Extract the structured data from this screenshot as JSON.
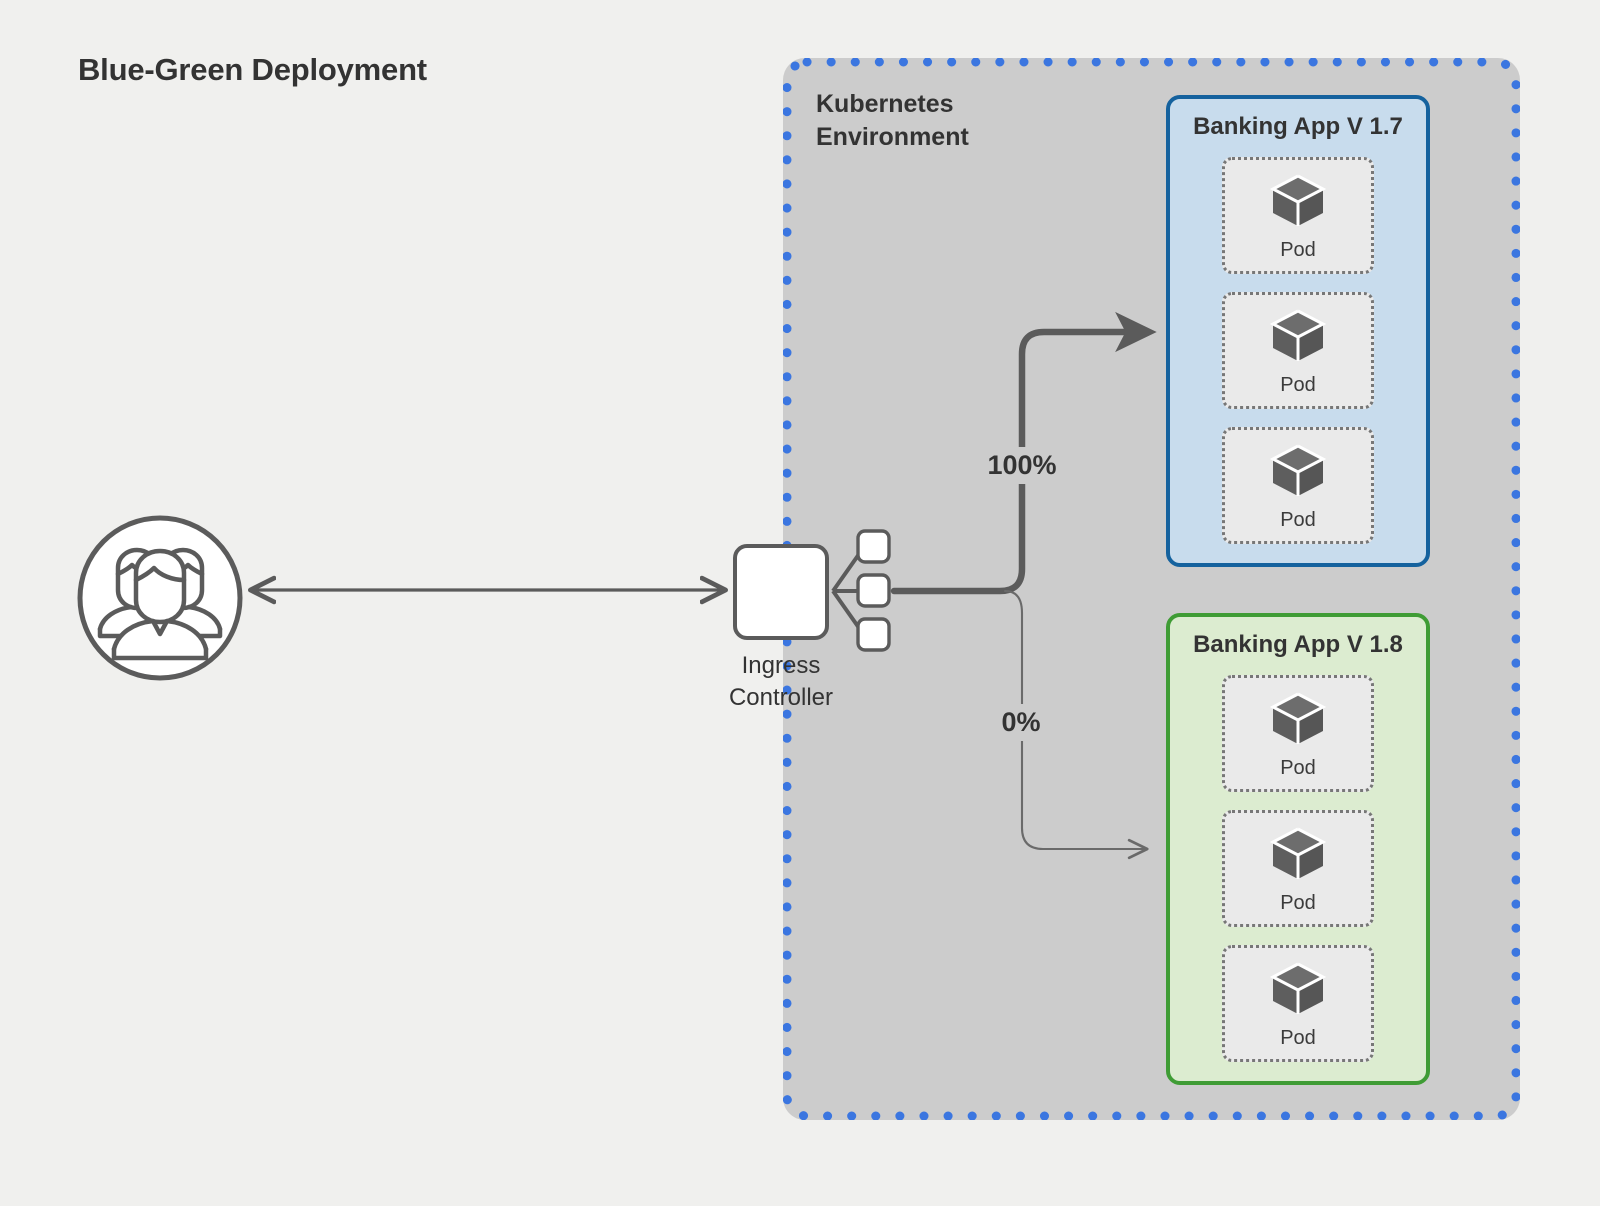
{
  "diagram": {
    "title": "Blue-Green Deployment",
    "background_color": "#f0f0ee"
  },
  "environment": {
    "label": "Kubernetes\nEnvironment",
    "fill_color": "#cccccc",
    "border_color": "#3b76e0",
    "border_style": "dotted"
  },
  "client": {
    "icon": "users-group-icon"
  },
  "ingress": {
    "label": "Ingress\nController",
    "icon": "ingress-controller-node-icon",
    "port_count": 3
  },
  "traffic": [
    {
      "label": "100%",
      "target": "Banking App V 1.7",
      "weight": "heavy",
      "color": "#5b5b5b"
    },
    {
      "label": "0%",
      "target": "Banking App V 1.8",
      "weight": "light",
      "color": "#6a6a6a"
    }
  ],
  "apps": [
    {
      "title": "Banking App V 1.7",
      "variant": "blue",
      "border_color": "#15629e",
      "fill_color": "#c8dced",
      "traffic_share": "100%",
      "pods": [
        {
          "label": "Pod",
          "icon": "cube-icon"
        },
        {
          "label": "Pod",
          "icon": "cube-icon"
        },
        {
          "label": "Pod",
          "icon": "cube-icon"
        }
      ]
    },
    {
      "title": "Banking App V 1.8",
      "variant": "green",
      "border_color": "#3f9c35",
      "fill_color": "#dcecd0",
      "traffic_share": "0%",
      "pods": [
        {
          "label": "Pod",
          "icon": "cube-icon"
        },
        {
          "label": "Pod",
          "icon": "cube-icon"
        },
        {
          "label": "Pod",
          "icon": "cube-icon"
        }
      ]
    }
  ]
}
